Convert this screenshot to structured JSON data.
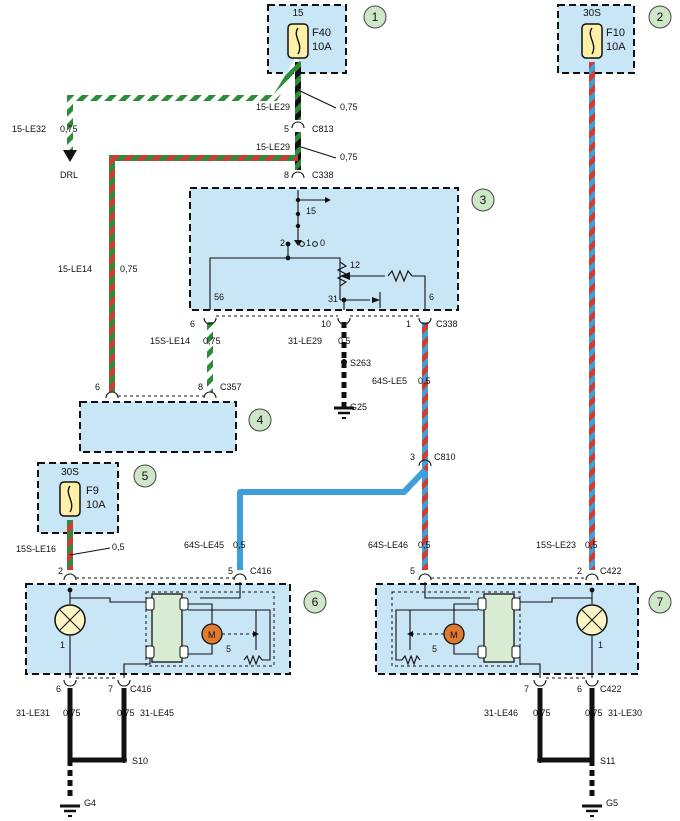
{
  "fuse1": {
    "terminal": "15",
    "id": "F40",
    "rating": "10A",
    "callout": "1"
  },
  "fuse2": {
    "terminal": "30S",
    "id": "F10",
    "rating": "10A",
    "callout": "2"
  },
  "switch_unit": {
    "callout": "3",
    "pin_15": "15",
    "pos_2": "2",
    "pos_1": "1",
    "pos_0": "0",
    "pin_12": "12",
    "pin_31": "31",
    "pin_56": "56",
    "pin_6": "6"
  },
  "unit4": {
    "callout": "4"
  },
  "fuse5": {
    "terminal": "30S",
    "id": "F9",
    "rating": "10A",
    "callout": "5"
  },
  "lamp_left": {
    "callout": "6",
    "motor": "M",
    "pin_1": "1",
    "pin_5": "5"
  },
  "lamp_right": {
    "callout": "7",
    "motor": "M",
    "pin_1": "1",
    "pin_5": "5"
  },
  "wires": {
    "w_15le32": "15-LE32",
    "w_15le32_size": "0,75",
    "drl": "DRL",
    "w_15le29a": "15-LE29",
    "w_15le29a_size": "0,75",
    "c813": "C813",
    "c813_pin": "5",
    "w_15le29b": "15-LE29",
    "w_15le29b_size": "0,75",
    "c338_top": "C338",
    "c338_top_pin": "8",
    "w_15le14": "15-LE14",
    "w_15le14_size": "0,75",
    "w_15sle14": "15S-LE14",
    "w_15sle14_size": "0,75",
    "pin_6_sw": "6",
    "w_31le29": "31-LE29",
    "w_31le29_size": "0,5",
    "pin_10": "10",
    "pin_1_c338": "1",
    "c338_bot": "C338",
    "s263": "S263",
    "g25": "G25",
    "w_64sle5": "64S-LE5",
    "w_64sle5_size": "0,5",
    "c357": "C357",
    "c357_pin6": "6",
    "c357_pin8": "8",
    "c810": "C810",
    "c810_pin": "3",
    "w_15sle16": "15S-LE16",
    "w_15sle16_size": "0,5",
    "w_64sle45": "64S-LE45",
    "w_64sle45_size": "0,5",
    "w_64sle46": "64S-LE46",
    "w_64sle46_size": "0,5",
    "w_15sle23": "15S-LE23",
    "w_15sle23_size": "0,5",
    "c416_top": "C416",
    "c416_pin2": "2",
    "c416_pin5": "5",
    "c422_top": "C422",
    "c422_pin5": "5",
    "c422_pin2": "2",
    "c416_bot": "C416",
    "c416_pin6": "6",
    "c416_pin7": "7",
    "c422_bot": "C422",
    "c422_pin7": "7",
    "c422_pin6": "6",
    "w_31le31": "31-LE31",
    "w_31le31_size": "0,75",
    "w_31le45": "31-LE45",
    "w_31le45_size": "0,75",
    "w_31le46": "31-LE46",
    "w_31le46_size": "0,75",
    "w_31le30": "31-LE30",
    "w_31le30_size": "0,75",
    "s10": "S10",
    "s11": "S11",
    "g4": "G4",
    "g5": "G5"
  },
  "colors": {
    "box_fill": "#c9e6f6",
    "callout_fill": "#cfe7c9",
    "wire_green": "#2e8b3a",
    "wire_red": "#d43a2f",
    "wire_blue": "#3f9fd8",
    "fuse_yellow": "#fff0a8",
    "motor_orange": "#e07a2e",
    "relay_green": "#d8ecd3"
  }
}
